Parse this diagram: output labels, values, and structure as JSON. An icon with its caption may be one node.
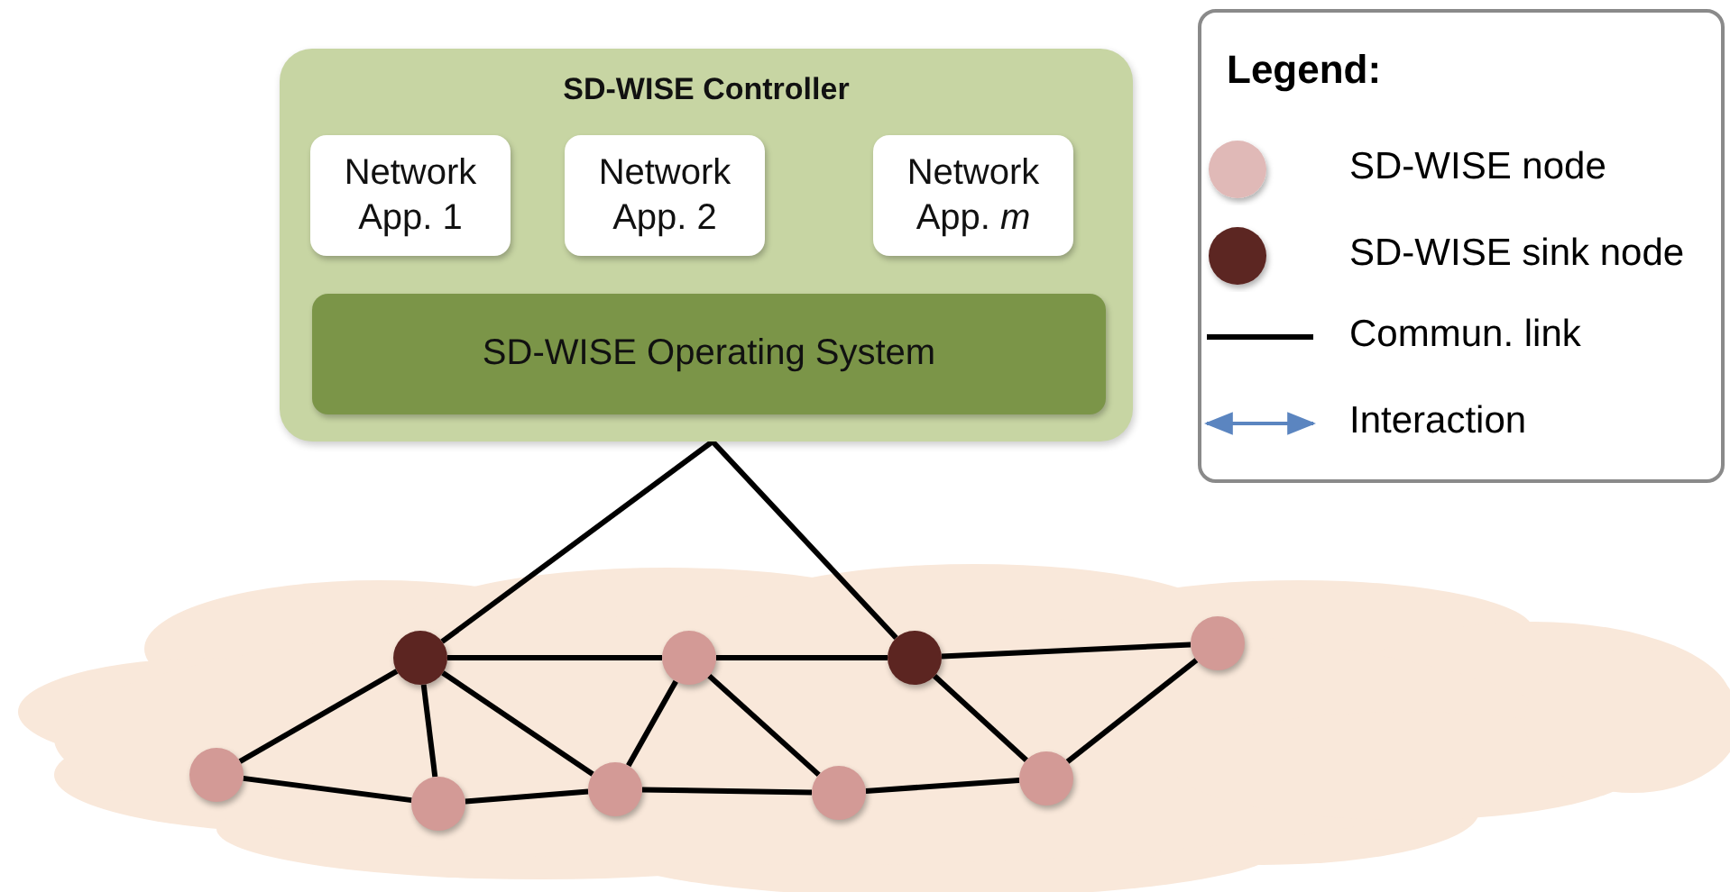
{
  "diagram": {
    "nodes": [
      {
        "text": [
          "SD-WISE Controller"
        ]
      },
      {
        "text": [
          "Network App. 1"
        ],
        "in": 0
      },
      {
        "text": [
          "Network App. 2"
        ],
        "in": 0
      },
      {
        "text": [
          "Network App. *m*"
        ],
        "in": 0
      },
      {
        "text": [
          "SD-WISE Operating System"
        ],
        "in": 0
      },
      {
        "text": [],
        "shape": "circle"
      },
      {
        "text": [],
        "shape": "circle"
      },
      {
        "text": [],
        "shape": "circle"
      },
      {
        "text": [],
        "shape": "circle"
      },
      {
        "text": [],
        "shape": "circle"
      },
      {
        "text": [],
        "shape": "circle"
      },
      {
        "text": [],
        "shape": "circle"
      },
      {
        "text": [],
        "shape": "circle"
      },
      {
        "text": [],
        "shape": "circle"
      }
    ],
    "edges": [
      {
        "from": 0,
        "to": 5,
        "arrow": "none"
      },
      {
        "from": 0,
        "to": 7,
        "arrow": "none"
      },
      {
        "from": 5,
        "to": 6,
        "arrow": "none"
      },
      {
        "from": 6,
        "to": 7,
        "arrow": "none"
      },
      {
        "from": 7,
        "to": 8,
        "arrow": "none"
      },
      {
        "from": 5,
        "to": 9,
        "arrow": "none"
      },
      {
        "from": 5,
        "to": 10,
        "arrow": "none"
      },
      {
        "from": 5,
        "to": 11,
        "arrow": "none"
      },
      {
        "from": 6,
        "to": 11,
        "arrow": "none"
      },
      {
        "from": 6,
        "to": 12,
        "arrow": "none"
      },
      {
        "from": 7,
        "to": 13,
        "arrow": "none"
      },
      {
        "from": 8,
        "to": 13,
        "arrow": "none"
      },
      {
        "from": 9,
        "to": 10,
        "arrow": "none"
      },
      {
        "from": 10,
        "to": 11,
        "arrow": "none"
      },
      {
        "from": 11,
        "to": 12,
        "arrow": "none"
      },
      {
        "from": 12,
        "to": 13,
        "arrow": "none"
      }
    ],
    "labels": [
      "Legend:"
    ],
    "legend": [
      {
        "text": "SD-WISE node",
        "color": "#e0b9b7"
      },
      {
        "text": "SD-WISE sink node",
        "color": "#5c2521"
      },
      {
        "text": "Commun. link"
      },
      {
        "text": "Interaction"
      }
    ]
  }
}
